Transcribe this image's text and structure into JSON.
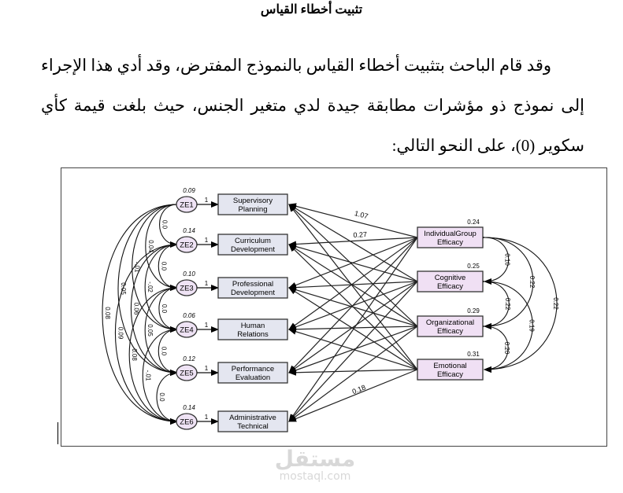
{
  "document": {
    "heading": "تثبيت أخطاء القياس",
    "paragraph_lines": [
      "وقد قام الباحث بتثبيت أخطاء القياس بالنموذج المفترض، وقد أدي هذا الإجراء",
      "إلى نموذج ذو مؤشرات مطابقة جيدة لدي متغير الجنس، حيث بلغت قيمة كأي",
      "سكوير (0)، على النحو التالي:"
    ]
  },
  "diagram": {
    "errors": [
      {
        "label": "ZE1",
        "variance": "0.09"
      },
      {
        "label": "ZE2",
        "variance": "0.14"
      },
      {
        "label": "ZE3",
        "variance": "0.10"
      },
      {
        "label": "ZE4",
        "variance": "0.06"
      },
      {
        "label": "ZE5",
        "variance": "0.12"
      },
      {
        "label": "ZE6",
        "variance": "0.14"
      }
    ],
    "error_path_label": "1",
    "outcomes": [
      [
        "Supervisory",
        "Planning"
      ],
      [
        "Curriculum",
        "Development"
      ],
      [
        "Professional",
        "Development"
      ],
      [
        "Human",
        "Relations"
      ],
      [
        "Performance",
        "Evaluation"
      ],
      [
        "Administrative",
        "Technical"
      ]
    ],
    "predictors": [
      {
        "lines": [
          "IndividualGroup",
          "Efficacy"
        ],
        "value": "0.24"
      },
      {
        "lines": [
          "Cognitive",
          "Efficacy"
        ],
        "value": "0.25"
      },
      {
        "lines": [
          "Organizational",
          "Efficacy"
        ],
        "value": "0.29"
      },
      {
        "lines": [
          "Emotional",
          "Efficacy"
        ],
        "value": "0.31"
      }
    ],
    "path_labels": [
      {
        "from": 0,
        "to": 0,
        "label": "1.07"
      },
      {
        "from": 0,
        "to": 1,
        "label": "0.27"
      },
      {
        "from": 3,
        "to": 5,
        "label": "0.18"
      }
    ],
    "error_covariances": [
      {
        "a": 0,
        "b": 1,
        "label": "0.0"
      },
      {
        "a": 0,
        "b": 2,
        "label": "0.04"
      },
      {
        "a": 0,
        "b": 3,
        "label": "-.01"
      },
      {
        "a": 0,
        "b": 4,
        "label": "0.05"
      },
      {
        "a": 0,
        "b": 5,
        "label": "0.08"
      },
      {
        "a": 1,
        "b": 2,
        "label": "0.0"
      },
      {
        "a": 1,
        "b": 3,
        "label": "-.02"
      },
      {
        "a": 1,
        "b": 4,
        "label": "0.06"
      },
      {
        "a": 1,
        "b": 5,
        "label": "0.09"
      },
      {
        "a": 2,
        "b": 3,
        "label": "0.0"
      },
      {
        "a": 2,
        "b": 4,
        "label": "0.05"
      },
      {
        "a": 2,
        "b": 5,
        "label": "0.08"
      },
      {
        "a": 3,
        "b": 4,
        "label": "0.0"
      },
      {
        "a": 3,
        "b": 5,
        "label": "-.01"
      },
      {
        "a": 4,
        "b": 5,
        "label": "0.0"
      }
    ],
    "predictor_covariances": [
      {
        "a": 0,
        "b": 1,
        "label": "0.10"
      },
      {
        "a": 0,
        "b": 2,
        "label": "0.22"
      },
      {
        "a": 0,
        "b": 3,
        "label": "0.22"
      },
      {
        "a": 1,
        "b": 2,
        "label": "0.22"
      },
      {
        "a": 1,
        "b": 3,
        "label": "0.19"
      },
      {
        "a": 2,
        "b": 3,
        "label": "0.20"
      }
    ],
    "colors": {
      "ellipse": "#efe3f5",
      "box_left": "#e4e6f0",
      "box_right": "#f0e0f4"
    }
  },
  "watermark": {
    "arabic": "مستقل",
    "latin": "mostaql.com"
  }
}
